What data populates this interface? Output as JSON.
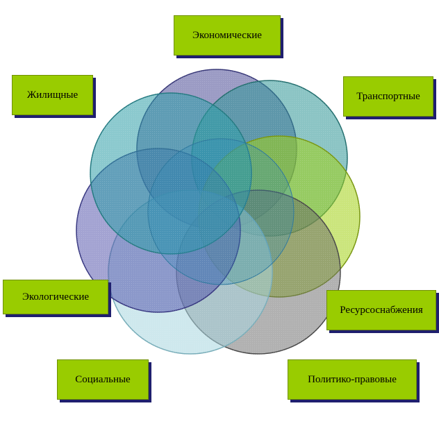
{
  "diagram": {
    "labels": {
      "economic": "Экономические",
      "housing": "Жилищные",
      "transport": "Транспортные",
      "resource": "Ресурсоснабжения",
      "ecological": "Экологические",
      "social": "Социальные",
      "political": "Политико-правовые"
    },
    "colors": {
      "label_fill": "#99cc00",
      "economic_circle": "#3c3c8c",
      "transport_circle": "#1e8c8c",
      "resource_circle": "#99cc00",
      "political_circle": "#5a5a5a",
      "social_circle": "#a0d2dc",
      "ecological_circle": "#3c3ca0",
      "housing_circle": "#1e96a0",
      "center_circle": "#1e82b4"
    }
  }
}
